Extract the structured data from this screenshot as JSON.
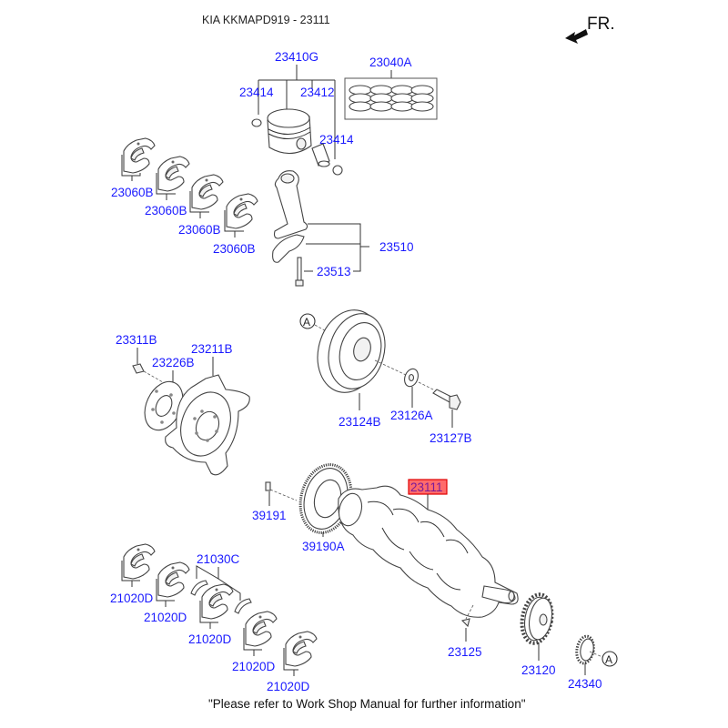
{
  "header": {
    "title": "KIA KKMAPD919 - 23111",
    "direction_label": "FR."
  },
  "footer": {
    "note": "\"Please refer to Work Shop Manual for further information\""
  },
  "reference_marker": "A",
  "highlighted_part": "23111",
  "colors": {
    "label": "#1a1aff",
    "highlight_fill": "#ff6b6b",
    "highlight_border": "#e00000",
    "highlight_text": "#7a1a9a"
  },
  "parts": {
    "piston_set": "23410G",
    "piston_ring_set": "23040A",
    "snap_ring_left": "23414",
    "piston_pin": "23412",
    "snap_ring_right": "23414",
    "conrod_bearings": [
      "23060B",
      "23060B",
      "23060B",
      "23060B"
    ],
    "connecting_rod_assy": "23510",
    "conrod_bolt": "23513",
    "flywheel_bolt": "23311B",
    "adapter_plate": "23226B",
    "drive_plate": "23211B",
    "damper_pulley": "23124B",
    "pulley_washer": "23126A",
    "pulley_bolt": "23127B",
    "crankshaft": "23111",
    "ring_gear_pin": "39191",
    "target_wheel": "39190A",
    "thrust_bearing": "21030C",
    "main_bearings": [
      "21020D",
      "21020D",
      "21020D",
      "21020D",
      "21020D"
    ],
    "crank_key": "23125",
    "sprocket": "23120",
    "oil_pump_gear": "24340"
  }
}
